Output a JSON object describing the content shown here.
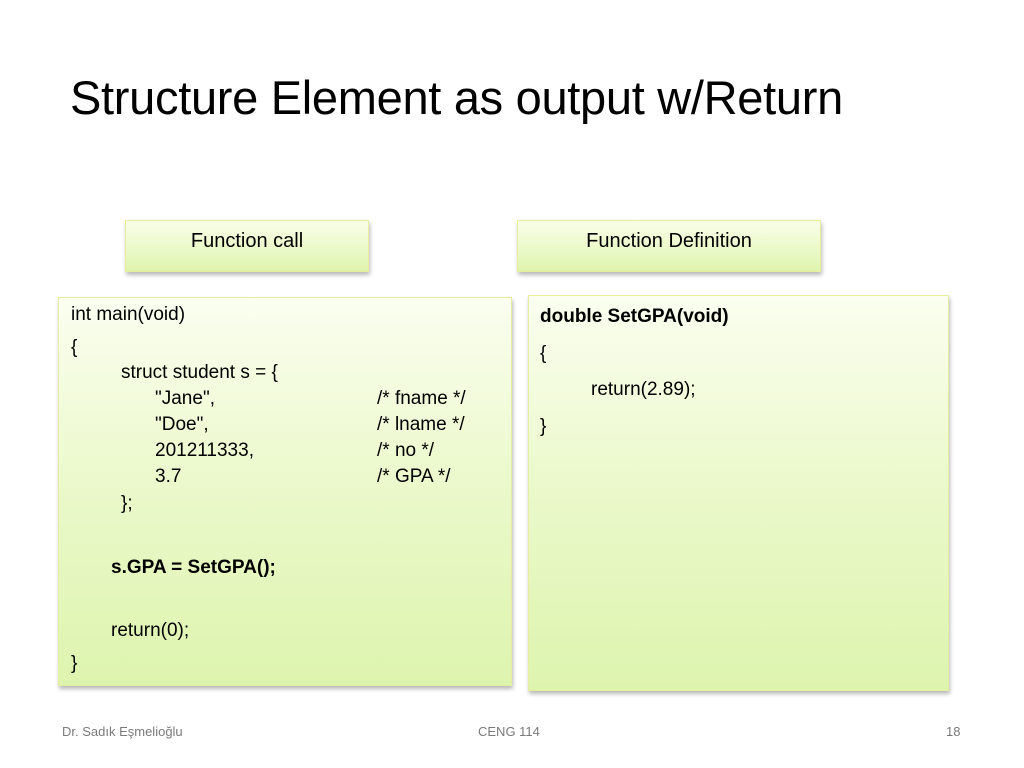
{
  "slide": {
    "title": "Structure Element as output w/Return",
    "labels": {
      "call": "Function call",
      "definition": "Function Definition"
    },
    "left_code": {
      "l1": "int main(void)",
      "l2": "{",
      "l3": "struct student  s = {",
      "init_values": [
        "\"Jane\",",
        "\"Doe\",",
        "201211333,",
        "3.7"
      ],
      "init_comments": [
        "/* fname */",
        "/* lname */",
        "/* no */",
        "/* GPA */"
      ],
      "l8": "};",
      "l9": "s.GPA = SetGPA();",
      "l10": "return(0);",
      "l11": "}"
    },
    "right_code": {
      "l1": "double SetGPA(void)",
      "l2": "{",
      "l3": "return(2.89);",
      "l4": "}"
    }
  },
  "footer": {
    "author": "Dr. Sadık Eşmelioğlu",
    "course": "CENG 114",
    "page_number": "18"
  }
}
